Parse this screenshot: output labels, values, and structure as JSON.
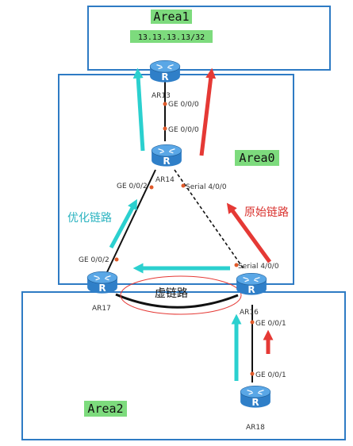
{
  "areas": {
    "area1": "Area1",
    "area0": "Area0",
    "area2": "Area2"
  },
  "prefix": "13.13.13.13/32",
  "routers": {
    "ar13": "AR13",
    "ar14": "AR14",
    "ar16": "AR16",
    "ar17": "AR17",
    "ar18": "AR18"
  },
  "router_icon_letter": "R",
  "interfaces": {
    "ar13_down": "GE 0/0/0",
    "ar14_up": "GE 0/0/0",
    "ar14_left": "GE 0/0/2",
    "ar14_serial": "Serial 4/0/0",
    "ar17_up": "GE 0/0/2",
    "ar16_serial": "Serial 4/0/0",
    "ar16_down": "GE 0/0/1",
    "ar18_up": "GE 0/0/1"
  },
  "annotations": {
    "optimized_path": "优化链路",
    "original_path": "原始链路",
    "virtual_link": "虚链路"
  },
  "colors": {
    "area_border": "#2e7bc4",
    "area_label_bg": "#7ddb7d",
    "router_body": "#2f7fc8",
    "router_top": "#5aa7e6",
    "cyan_arrow": "#2bd0cf",
    "red_arrow": "#e53935",
    "interface_dot": "#e05a2a",
    "optimized_text": "#2bb3c0",
    "original_text": "#d9322e",
    "virtual_ellipse": "#e53935"
  }
}
